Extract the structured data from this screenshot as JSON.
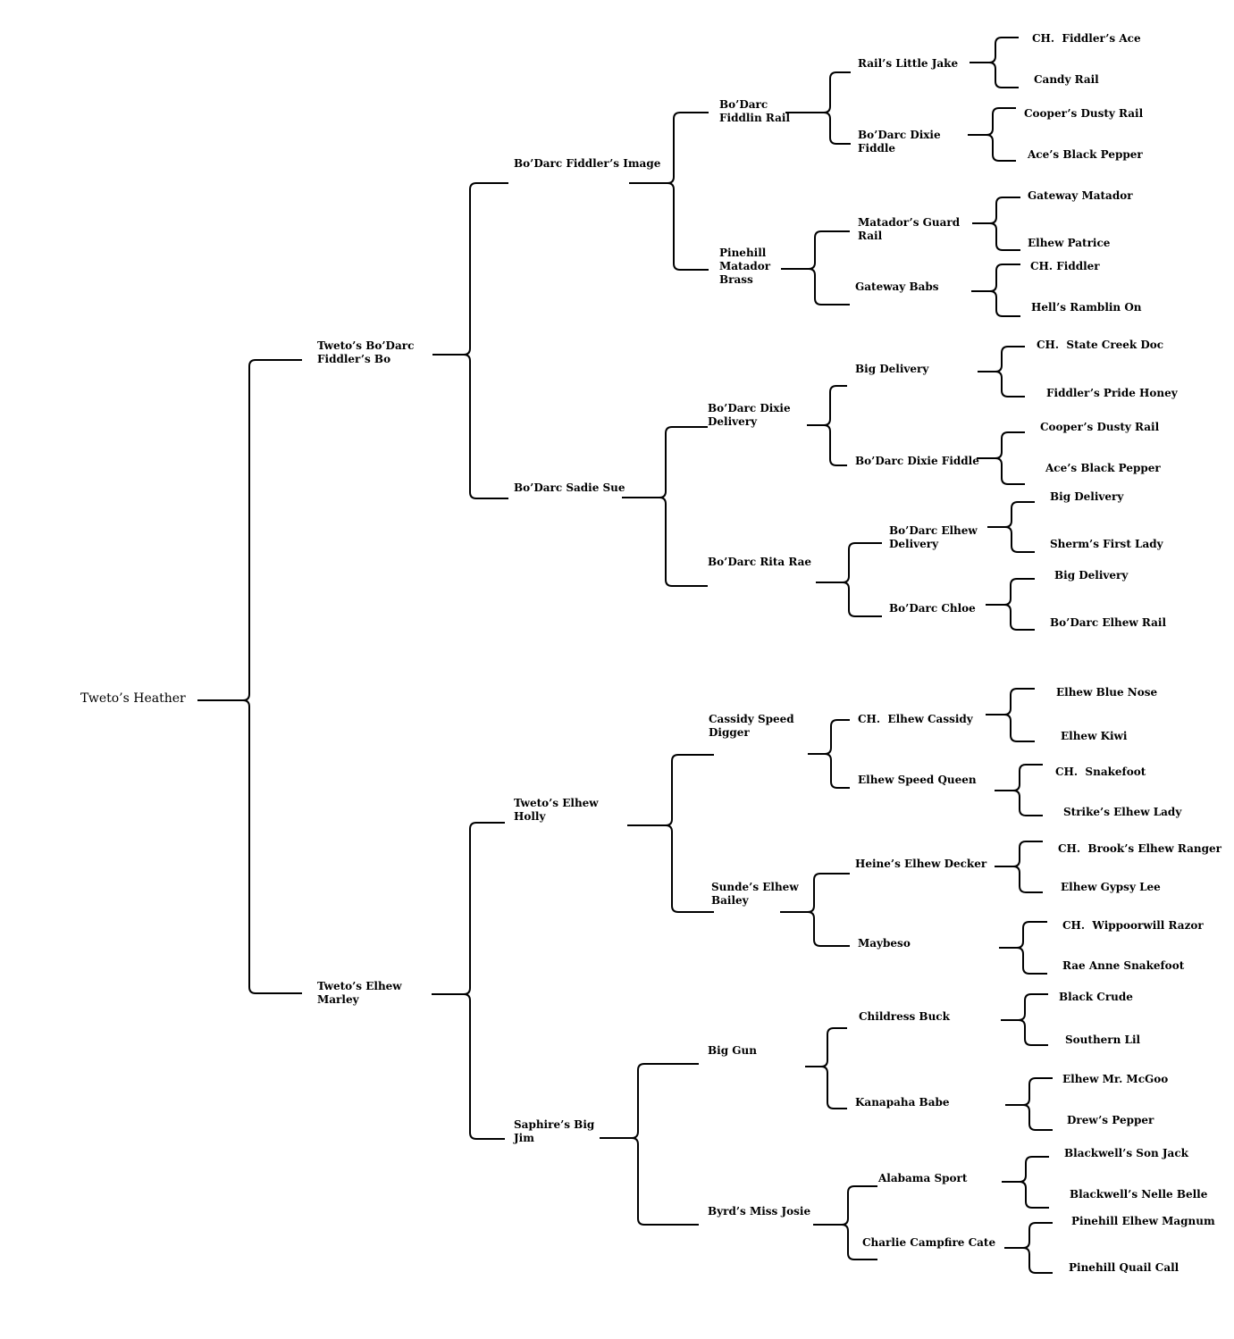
{
  "pedigree": {
    "subject": "Tweto's Heather",
    "sire": "Tweto's Bo'Darc\nFiddler's Bo",
    "dam": "Tweto's Elhew\nMarley",
    "sire_sire": "Bo'Darc Fiddler's Image",
    "sire_dam": "Bo'Darc Sadie Sue",
    "dam_sire": "Tweto's Elhew\nHolly",
    "dam_dam": "Saphire's Big\nJim",
    "gen3": [
      "Bo'Darc\nFiddlin Rail",
      "Pinehill\nMatador\nBrass",
      "Bo'Darc Dixie\nDelivery",
      "Bo'Darc Rita Rae",
      "Cassidy Speed\nDigger",
      "Sunde's Elhew\nBailey",
      "Big Gun",
      "Byrd's Miss Josie"
    ],
    "gen4": [
      "Rail's Little Jake",
      "Bo'Darc Dixie\nFiddle",
      "Matador's Guard\nRail",
      "Gateway Babs",
      "Big Delivery",
      "Bo'Darc Dixie Fiddle",
      "Bo'Darc Elhew\nDelivery",
      "Bo'Darc Chloe",
      "CH.  Elhew Cassidy",
      "Elhew Speed Queen",
      "Heine's Elhew Decker",
      "Maybeso",
      "Childress Buck",
      "Kanapaha Babe",
      "Alabama Sport",
      "Charlie Campfire Cate"
    ],
    "gen5": [
      "CH.  Fiddler's Ace",
      "Candy Rail",
      "Cooper's Dusty Rail",
      "Ace's Black Pepper",
      "Gateway Matador",
      "Elhew Patrice",
      "CH. Fiddler",
      "Hell's Ramblin On",
      "CH.  State Creek Doc",
      "Fiddler's Pride Honey",
      "Cooper's Dusty Rail",
      "Ace's Black Pepper",
      "Big Delivery",
      "Sherm's First Lady",
      "Big Delivery",
      "Bo'Darc Elhew Rail",
      "Elhew Blue Nose",
      "Elhew Kiwi",
      "CH.  Snakefoot",
      "Strike's Elhew Lady",
      "CH.  Brook's Elhew Ranger",
      "Elhew Gypsy Lee",
      "CH.  Wippoorwill Razor",
      "Rae Anne Snakefoot",
      "Black Crude",
      "Southern Lil",
      "Elhew Mr. McGoo",
      "Drew's Pepper",
      "Blackwell's Son Jack",
      "Blackwell's Nelle Belle",
      "Pinehill Elhew Magnum",
      "Pinehill Quail Call"
    ]
  }
}
